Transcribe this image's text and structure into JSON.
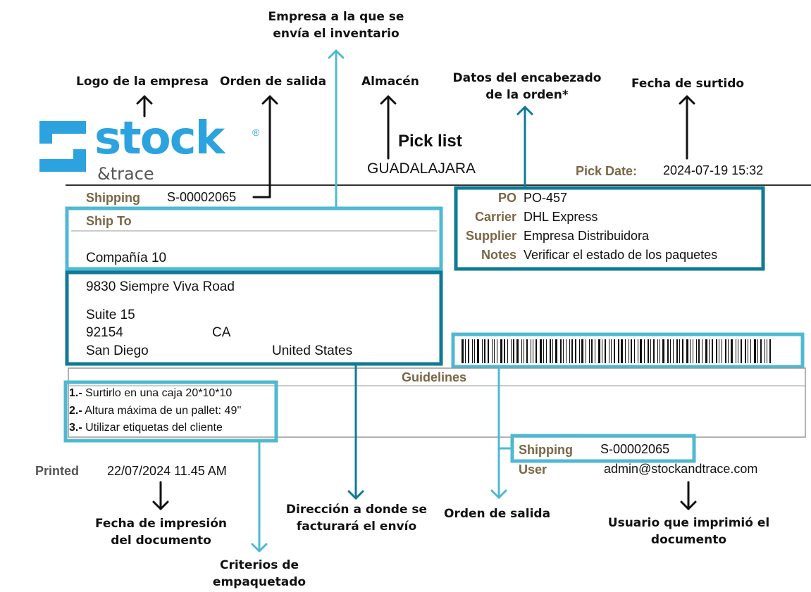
{
  "annotations": {
    "empresa_envio": [
      "Empresa a la que se",
      "envía el inventario"
    ],
    "logo": "Logo de la empresa",
    "orden_salida_top": "Orden de salida",
    "almacen": "Almacén",
    "datos_encabezado": [
      "Datos del encabezado",
      "de la orden*"
    ],
    "fecha_surtido": "Fecha de surtido",
    "fecha_impresion": [
      "Fecha de impresión",
      "del documento"
    ],
    "direccion_facturacion": [
      "Dirección a donde se",
      "facturará el envío"
    ],
    "orden_salida_bottom": "Orden de salida",
    "usuario": [
      "Usuario que imprimió el",
      "documento"
    ],
    "criterios": [
      "Criterios de",
      "empaquetado"
    ]
  },
  "logo": {
    "word": "stock",
    "sub": "&trace",
    "registered": "®"
  },
  "header": {
    "title": "Pick list",
    "warehouse": "GUADALAJARA",
    "pick_date_label": "Pick Date:",
    "pick_date_value": "2024-07-19 15:32"
  },
  "shipping": {
    "label": "Shipping",
    "value": "S-00002065"
  },
  "order_info": [
    {
      "label": "PO",
      "value": "PO-457"
    },
    {
      "label": "Carrier",
      "value": "DHL Express"
    },
    {
      "label": "Supplier",
      "value": "Empresa Distribuidora"
    },
    {
      "label": "Notes",
      "value": "Verificar el estado de los paquetes"
    }
  ],
  "ship_to": {
    "title": "Ship To",
    "company": "Compañía 10",
    "street": "9830 Siempre Viva Road",
    "suite": "Suite 15",
    "zip": "92154",
    "state": "CA",
    "city": "San Diego",
    "country": "United States"
  },
  "guidelines": {
    "title": "Guidelines",
    "items": [
      {
        "num": "1.-",
        "text": " Surtirlo en una caja 20*10*10"
      },
      {
        "num": "2.-",
        "text": " Altura máxima de un pallet: 49''"
      },
      {
        "num": "3.-",
        "text": " Utilizar etiquetas del cliente"
      }
    ]
  },
  "footer": {
    "printed_label": "Printed",
    "printed_value": "22/07/2024 11.45 AM",
    "shipping_label": "Shipping",
    "shipping_value": "S-00002065",
    "user_label": "User",
    "user_value": "admin@stockandtrace.com"
  },
  "colors": {
    "light_teal": "#4fb8d2",
    "dark_teal": "#0f7a93",
    "label_brown": "#7a6645",
    "logo_blue": "#2ca3de"
  }
}
